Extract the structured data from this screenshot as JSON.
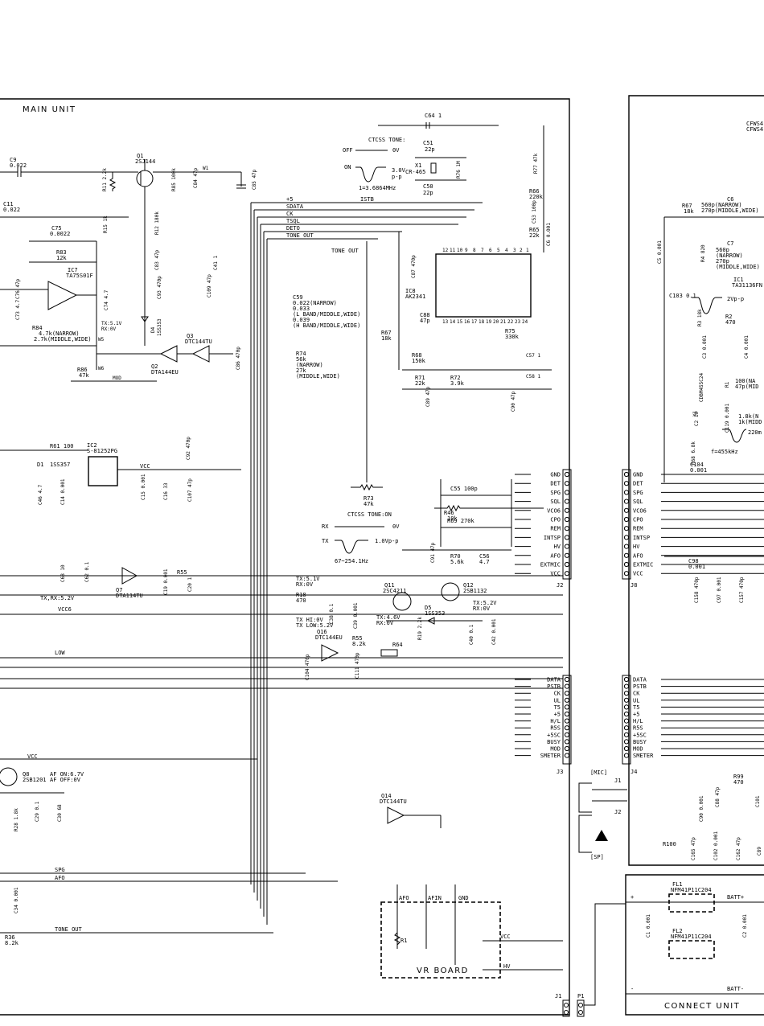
{
  "main_unit": {
    "title": "MAIN UNIT",
    "components": {
      "q1": {
        "ref": "Q1",
        "part": "2SJ144"
      },
      "q2": {
        "ref": "Q2",
        "part": "DTA144EU"
      },
      "q3": {
        "ref": "Q3",
        "part": "DTC144TU"
      },
      "q7": {
        "ref": "Q7",
        "part": "DTA114TU"
      },
      "q8": {
        "ref": "Q8",
        "part": "2SB1201"
      },
      "q11": {
        "ref": "Q11",
        "part": "2SC4211"
      },
      "q12": {
        "ref": "Q12",
        "part": "2SB1132"
      },
      "q14": {
        "ref": "Q14",
        "part": "DTC144TU"
      },
      "q16": {
        "ref": "Q16",
        "part": "DTC144EU"
      },
      "ic2": {
        "ref": "IC2",
        "part": "S-81252PG"
      },
      "ic7": {
        "ref": "IC7",
        "part": "TA75S01F"
      },
      "ic8": {
        "ref": "IC8",
        "part": "AK2341"
      },
      "d1": {
        "ref": "D1",
        "part": "1SS357"
      },
      "d4": {
        "ref": "D4",
        "part": "1SS353"
      },
      "d5": {
        "ref": "D5",
        "part": "1SS353"
      },
      "x1": {
        "ref": "X1",
        "part": "CR-465"
      },
      "w1": "W1",
      "w5": "W5",
      "w6": "W6",
      "c9": {
        "ref": "C9",
        "value": "0.022"
      },
      "c11": {
        "ref": "C11",
        "value": "0.022"
      },
      "c75": {
        "ref": "C75",
        "value": "0.0022"
      },
      "r83": {
        "ref": "R83",
        "value": "12k"
      },
      "r84": {
        "ref": "R84",
        "value": "4.7k(NARROW)"
      },
      "r84b": "2.7k(MIDDLE,WIDE)",
      "r86": {
        "ref": "R86",
        "value": "47k"
      },
      "r11": "R11 2.2k",
      "r15": "R15 1k",
      "r12": "R12 180k",
      "r85": "R85 100k",
      "c84": "C84 47p",
      "c85": "C85 47p",
      "c83": "C83 47p",
      "c93": "C93 470p",
      "c41": "C41 1",
      "c109": "C109 47p",
      "c86": "C86 470p",
      "c76": "C76 47p",
      "c73": "C73 4.7",
      "c74": "C74 4.7",
      "c64": "C64 1",
      "c51": {
        "ref": "C51",
        "value": "22p"
      },
      "c50": {
        "ref": "C50",
        "value": "22p"
      },
      "r76": "R76 1M",
      "r77": "R77 47k",
      "r66": {
        "ref": "R66",
        "value": "220k"
      },
      "r65": {
        "ref": "R65",
        "value": "22k"
      },
      "c53": "C53 100p",
      "c6x": "C6 0.001",
      "c87": "C87 470p",
      "c59": {
        "ref": "C59",
        "lines": [
          "0.022(NARROW)",
          "0.033",
          "(L BAND/MIDDLE,WIDE)",
          "0.039",
          "(H BAND/MIDDLE,WIDE)"
        ]
      },
      "c88": {
        "ref": "C88",
        "value": "47p"
      },
      "r67": {
        "ref": "R67",
        "value": "18k"
      },
      "r68": {
        "ref": "R68",
        "value": "150k"
      },
      "r74": {
        "ref": "R74",
        "lines": [
          "56k",
          "(NARROW)",
          "27k",
          "(MIDDLE,WIDE)"
        ]
      },
      "r71": {
        "ref": "R71",
        "value": "22k"
      },
      "r72": {
        "ref": "R72",
        "value": "3.9k"
      },
      "r75": {
        "ref": "R75",
        "value": "330k"
      },
      "c57": "C57 1",
      "c58": "C58 1",
      "c89": "C89 47p",
      "c90": "C90 47p",
      "r73": {
        "ref": "R73",
        "value": "47k"
      },
      "c55": "C55 100p",
      "r69": "R69 270k",
      "r70": {
        "ref": "R70",
        "value": "5.6k"
      },
      "c56": {
        "ref": "C56",
        "value": "4.7"
      },
      "c91": "C91 47p",
      "r46": {
        "ref": "R46",
        "value": "10k"
      },
      "r61": "R61 100",
      "c92": "C92 470p",
      "c46": "C46 4.7",
      "c14": "C14 0.001",
      "c15": "C15 0.001",
      "c16": "C16 33",
      "c107": "C107 47p",
      "c68": "C68 10",
      "c62": "C62 0.1",
      "c19": "C19 0.001",
      "r55": "R55",
      "c20": "C20 1",
      "r18": {
        "ref": "R18",
        "value": "470"
      },
      "c38": "C38 0.1",
      "c39": "C39 0.001",
      "r19": "R19 2.2k",
      "c40": "C40 0.1",
      "c42": "C42 0.001",
      "r5x": {
        "ref": "R55",
        "value": "8.2k"
      },
      "r64": "R64",
      "c104": "C104 470p",
      "c111": "C111 470p",
      "c29": "C29 0.1",
      "c30": "C30 68",
      "r28": "R28 1.8k",
      "c34": "C34 0.001",
      "r36": {
        "ref": "R36",
        "value": "8.2k"
      },
      "r1": "R1",
      "vr": "VR BOARD"
    },
    "annotations": {
      "ctcss_tone": "CTCSS TONE:",
      "off": "OFF",
      "off_v": "0V",
      "on": "ON",
      "on_v": "3.0V",
      "on_vpp": "p-p",
      "freq": "1=3.6864MHz",
      "istb": "ISTB",
      "tone_out": "TONE OUT",
      "tx_rx_1": "TX:5.1V",
      "tx_rx_2": "RX:0V",
      "ctcss_on": "CTCSS TONE:ON",
      "rx": "RX",
      "rx_v": "0V",
      "tx": "TX",
      "tx_v": "1.0Vp-p",
      "tx_f": "67~254.1Hz",
      "txrx52": "TX,RX:5.2V",
      "vcc06": "VCC6",
      "low": "LOW",
      "mod": "MOD",
      "vcc": "VCC",
      "q12_v1": "TX:5.2V",
      "q12_v2": "RX:0V",
      "q11_v1": "TX:4.6V",
      "q11_v2": "RX:0V",
      "q18_v1": "TX:5.1V",
      "q18_v2": "RX:0V",
      "q16_v1": "TX HI:0V",
      "q16_v2": "TX LOW:5.2V",
      "af_on": "AF ON:6.7V",
      "af_off": "AF OFF:0V",
      "spg": "SPG",
      "afo": "AFO",
      "afo2": "AFO",
      "afin": "AFIN",
      "gnd": "GND",
      "vcc_vr": "VCC",
      "hv": "HV"
    },
    "bus_labels": [
      "+5",
      "SDATA",
      "CK",
      "TSQL",
      "DETO",
      "TONE OUT"
    ],
    "ic8_pins_top": [
      "12",
      "11",
      "10",
      "9",
      "8",
      "7",
      "6",
      "5",
      "4",
      "3",
      "2",
      "1"
    ],
    "ic8_pins_bottom": [
      "13",
      "14",
      "15",
      "16",
      "17",
      "18",
      "19",
      "20",
      "21",
      "22",
      "23",
      "24"
    ],
    "j2": {
      "ref": "J2",
      "pins": [
        "GND",
        "DET",
        "SPG",
        "SQL",
        "VCO6",
        "CPO",
        "REM",
        "INTSP",
        "HV",
        "AFO",
        "EXTMIC",
        "VCC"
      ]
    },
    "j3": {
      "ref": "J3",
      "pins": [
        "DATA",
        "PSTB",
        "CK",
        "UL",
        "T5",
        "+5",
        "H/L",
        "R5S",
        "+5SC",
        "BUSY",
        "MOD",
        "SMETER"
      ]
    },
    "j1": "J1",
    "p1": "P1"
  },
  "right_unit": {
    "ic1": {
      "ref": "IC1",
      "part": "TA31136FN"
    },
    "cfw": "CFWS4",
    "cfw2": "CFWS4",
    "r67": {
      "ref": "R67",
      "value": "18k"
    },
    "c6": {
      "ref": "C6",
      "value": "560p(NARROW)",
      "value2": "270p(MIDDLE,WIDE)"
    },
    "c7": {
      "ref": "C7",
      "lines": [
        "560p",
        "(NARROW)",
        "270p",
        "(MIDDLE,WIDE)"
      ]
    },
    "c5": "C5 0.001",
    "r4": "R4 820",
    "c103": "C103 0.1",
    "vpp": "2Vp-p",
    "r3": "R3 18k",
    "r2": {
      "ref": "R2",
      "value": "470"
    },
    "c3": "C3 0.001",
    "c4": "C4 0.001",
    "x1": {
      "ref": "X1",
      "part": "CDBM455C24"
    },
    "r1": "R1",
    "r1_v1": "100(NA",
    "r1_v2": "47p(MID",
    "c2": "C2 10",
    "c119": "C119 0.001",
    "r1b_v1": "1.8k(N",
    "r1b_v2": "1k(MIDD",
    "r68": "R68 6.8k",
    "f455": "f=455kHz",
    "w220": "220m",
    "c104": {
      "ref": "C104",
      "value": "0.001"
    },
    "j8": {
      "ref": "J8",
      "pins": [
        "GND",
        "DET",
        "SPG",
        "SQL",
        "VCO6",
        "CPO",
        "REM",
        "INTSP",
        "HV",
        "AFO",
        "EXTMIC",
        "VCC"
      ]
    },
    "c98": {
      "ref": "C98",
      "value": "0.001"
    },
    "c158": "C158 470p",
    "c97": "C97 0.001",
    "c157": "C157 470p",
    "j4": {
      "ref": "J4",
      "pins": [
        "DATA",
        "PSTB",
        "CK",
        "UL",
        "T5",
        "+5",
        "H/L",
        "R5S",
        "+5SC",
        "BUSY",
        "MOD",
        "SMETER"
      ]
    },
    "mic": "[MIC]",
    "sp": "[SP]",
    "j1": "J1",
    "j2": "J2",
    "r99": {
      "ref": "R99",
      "value": "470"
    },
    "c88": "C88 47p",
    "c90": "C90 0.001",
    "c101": "C101",
    "r100": "R100",
    "c165": "C165 47p",
    "c102": "C102 0.001",
    "c162": "C162 47p",
    "c89": "C89",
    "connect_unit": {
      "title": "CONNECT UNIT",
      "fl1": {
        "ref": "FL1",
        "part": "NFM41P11C204"
      },
      "fl2": {
        "ref": "FL2",
        "part": "NFM41P11C204"
      },
      "c1": "C1 0.001",
      "c2": "C2 0.001",
      "batt_plus": "BATT+",
      "batt_minus": "BATT-",
      "plus": "+",
      "minus": "-"
    }
  }
}
